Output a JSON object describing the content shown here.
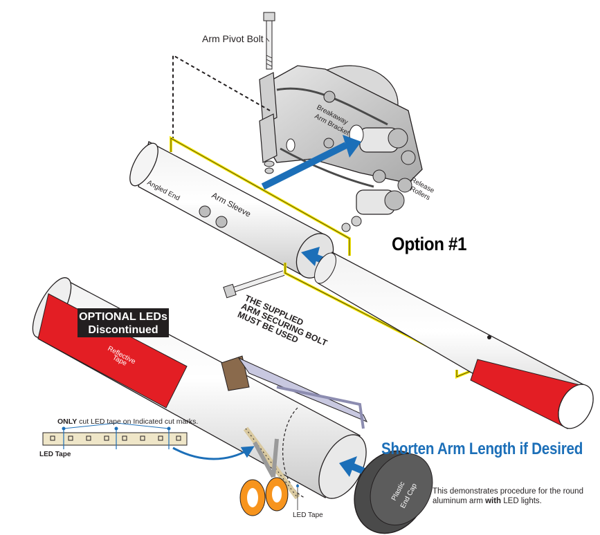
{
  "labels": {
    "arm_pivot_bolt": "Arm Pivot Bolt",
    "breakaway_line1": "Breakaway",
    "breakaway_line2": "Arm Bracket",
    "release_line1": "Release",
    "release_line2": "Rollers",
    "angled_end": "Angled End",
    "arm_sleeve": "Arm Sleeve",
    "option_title": "Option #1",
    "supplied_line1": "THE SUPPLIED",
    "supplied_line2": "ARM SECURING BOLT",
    "supplied_line3": "MUST BE USED",
    "optional_leds_line1": "OPTIONAL LEDs",
    "optional_leds_line2": "Discontinued",
    "reflective_line1": "Reflective",
    "reflective_line2": "Tape",
    "cut_note_bold": "ONLY",
    "cut_note_rest": " cut LED tape on Indicated cut marks.",
    "led_tape_left": "LED Tape",
    "led_tape_bottom": "LED Tape",
    "shorten_title": "Shorten Arm Length if Desired",
    "end_cap_line1": "Plastic",
    "end_cap_line2": "End Cap",
    "demo_text_part1": "This demonstrates procedure for the round aluminum arm ",
    "demo_text_bold": "with",
    "demo_text_part2": " LED lights."
  },
  "colors": {
    "accent_blue": "#1c6fb8",
    "highlight_yellow": "#f5e600",
    "reflective_red": "#e31e24",
    "saw_brown": "#8a6a4c",
    "scissor_orange": "#f7941d"
  }
}
